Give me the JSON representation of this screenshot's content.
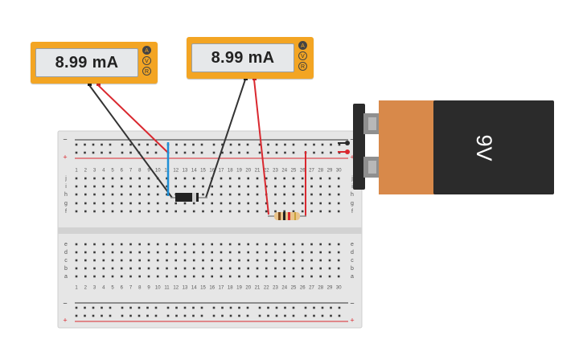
{
  "meters": [
    {
      "reading": "8.99 mA",
      "modes": [
        {
          "label": "A",
          "active": true
        },
        {
          "label": "V",
          "active": false
        },
        {
          "label": "R",
          "active": false
        }
      ]
    },
    {
      "reading": "8.99 mA",
      "modes": [
        {
          "label": "A",
          "active": true
        },
        {
          "label": "V",
          "active": false
        },
        {
          "label": "R",
          "active": false
        }
      ]
    }
  ],
  "battery": {
    "label": "9V",
    "colors": {
      "copper": "#d8894a",
      "black": "#2b2b2b"
    }
  },
  "breadboard": {
    "rail_minus": "−",
    "rail_plus": "+",
    "column_numbers": [
      "1",
      "2",
      "3",
      "4",
      "5",
      "6",
      "7",
      "8",
      "9",
      "10",
      "11",
      "12",
      "13",
      "14",
      "15",
      "16",
      "17",
      "18",
      "19",
      "20",
      "21",
      "22",
      "23",
      "24",
      "25",
      "26",
      "27",
      "28",
      "29",
      "30"
    ],
    "row_letters_top": [
      "j",
      "i",
      "h",
      "g",
      "f"
    ],
    "row_letters_bottom": [
      "e",
      "d",
      "c",
      "b",
      "a"
    ]
  },
  "colors": {
    "wire_red": "#d9282f",
    "wire_black": "#333333",
    "wire_blue": "#1e8fd6",
    "meter_body": "#f3a523"
  }
}
